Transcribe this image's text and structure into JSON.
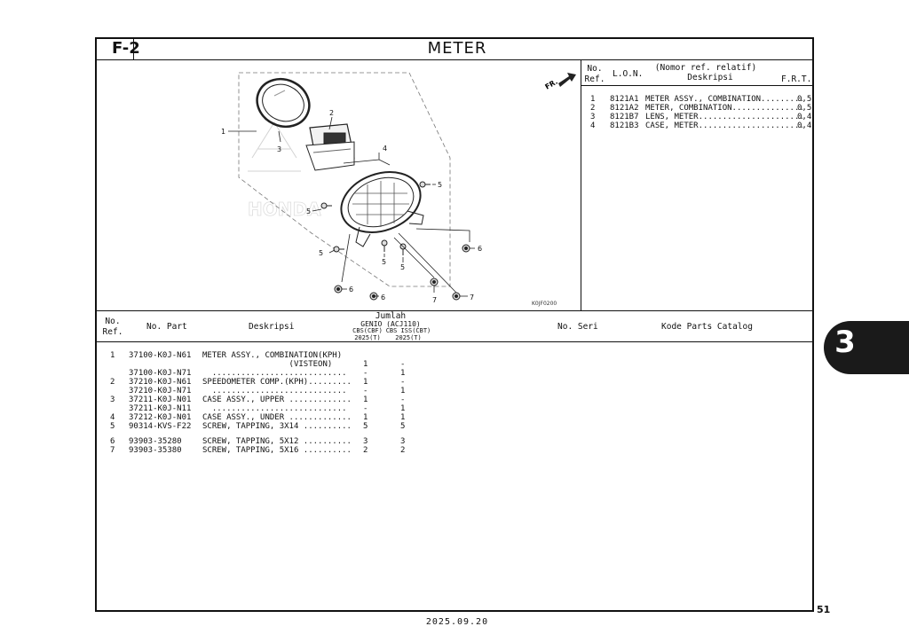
{
  "header": {
    "section_code": "F-2",
    "title": "METER"
  },
  "ref_table": {
    "headers": {
      "no_ref": "No.\nRef.",
      "lon": "L.O.N.",
      "nomor_ref": "(Nomor ref. relatif)",
      "deskripsi": "Deskripsi",
      "frt": "F.R.T."
    },
    "rows": [
      {
        "no": "1",
        "lon": "8121A1",
        "desc": "METER ASSY., COMBINATION.........",
        "frt": "0,5"
      },
      {
        "no": "2",
        "lon": "8121A2",
        "desc": "METER, COMBINATION...............",
        "frt": "0,5"
      },
      {
        "no": "3",
        "lon": "8121B7",
        "desc": "LENS, METER......................",
        "frt": "0,4"
      },
      {
        "no": "4",
        "lon": "8121B3",
        "desc": "CASE, METER......................",
        "frt": "0,4"
      }
    ]
  },
  "diagram": {
    "image_code": "K0JF0200",
    "fr_label": "FR.",
    "watermark": "HONDA",
    "callouts": [
      "1",
      "2",
      "3",
      "4",
      "5",
      "5",
      "5",
      "5",
      "5",
      "6",
      "6",
      "6",
      "7",
      "7"
    ]
  },
  "parts_table": {
    "headers": {
      "no_ref": "No.\nRef.",
      "no_part": "No. Part",
      "deskripsi": "Deskripsi",
      "jumlah": "Jumlah",
      "model": "GENIO (ACJ110)",
      "col1": "CBS(CBF)\n2025(T)",
      "col2": "CBS ISS(CBT)\n2025(T)",
      "no_seri": "No. Seri",
      "kode": "Kode Parts Catalog"
    },
    "rows": [
      {
        "ref": "1",
        "part": "37100-K0J-N61",
        "desc": "METER ASSY., COMBINATION(KPH)",
        "q1": "",
        "q2": ""
      },
      {
        "ref": "",
        "part": "",
        "desc": "                  (VISTEON)",
        "q1": "1",
        "q2": "-"
      },
      {
        "ref": "",
        "part": "37100-K0J-N71",
        "desc": "  ............................",
        "q1": "-",
        "q2": "1"
      },
      {
        "ref": "2",
        "part": "37210-K0J-N61",
        "desc": "SPEEDOMETER COMP.(KPH).........",
        "q1": "1",
        "q2": "-"
      },
      {
        "ref": "",
        "part": "37210-K0J-N71",
        "desc": "  ............................",
        "q1": "-",
        "q2": "1"
      },
      {
        "ref": "3",
        "part": "37211-K0J-N01",
        "desc": "CASE ASSY., UPPER .............",
        "q1": "1",
        "q2": "-"
      },
      {
        "ref": "",
        "part": "37211-K0J-N11",
        "desc": "  ............................",
        "q1": "-",
        "q2": "1"
      },
      {
        "ref": "4",
        "part": "37212-K0J-N01",
        "desc": "CASE ASSY., UNDER .............",
        "q1": "1",
        "q2": "1"
      },
      {
        "ref": "5",
        "part": "90314-KVS-F22",
        "desc": "SCREW, TAPPING, 3X14 ..........",
        "q1": "5",
        "q2": "5"
      },
      {
        "ref": "6",
        "part": "93903-35280",
        "desc": "SCREW, TAPPING, 5X12 ..........",
        "q1": "3",
        "q2": "3"
      },
      {
        "ref": "7",
        "part": "93903-35380",
        "desc": "SCREW, TAPPING, 5X16 ..........",
        "q1": "2",
        "q2": "2"
      }
    ]
  },
  "side_tab": {
    "number": "3"
  },
  "page_number": "51",
  "footer_date": "2025.09.20"
}
